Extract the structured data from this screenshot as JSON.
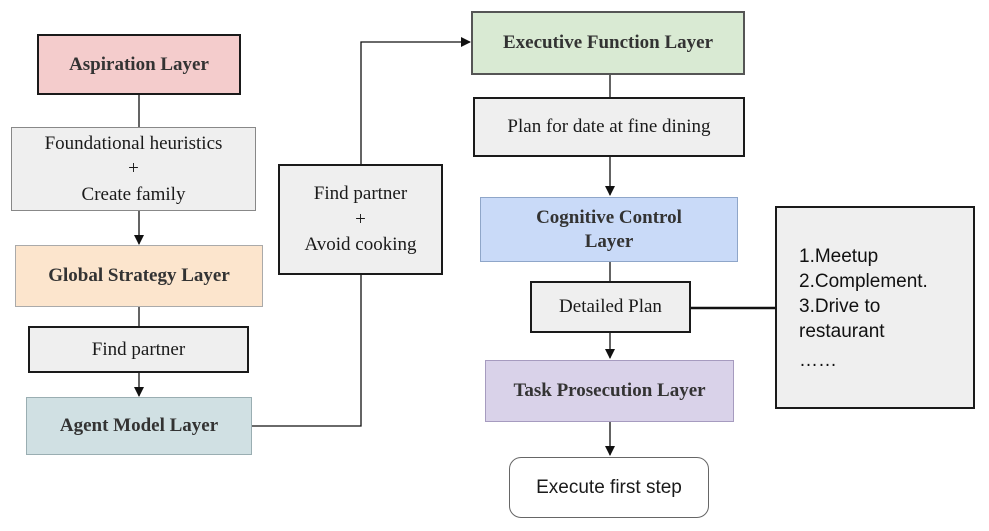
{
  "colors": {
    "aspiration": "#f4cccc",
    "global_strategy": "#fce5cd",
    "agent_model": "#d0e0e3",
    "executive_function": "#d9ead3",
    "cognitive_control": "#c9daf8",
    "task_prosecution": "#d9d2e9",
    "note_fill": "#efefef",
    "line": "#111111"
  },
  "left_column": {
    "aspiration_layer": "Aspiration Layer",
    "heuristics_note": {
      "line1": "Foundational heuristics",
      "line2": "+",
      "line3": "Create family"
    },
    "global_strategy_layer": "Global Strategy Layer",
    "find_partner_note": "Find partner",
    "agent_model_layer": "Agent Model Layer"
  },
  "middle_note": {
    "line1": "Find partner",
    "line2": "+",
    "line3": "Avoid cooking"
  },
  "right_column": {
    "executive_function_layer": "Executive Function Layer",
    "plan_note": "Plan for date at fine dining",
    "cognitive_control_layer": {
      "line1": "Cognitive Control",
      "line2": "Layer"
    },
    "detailed_plan_note": "Detailed Plan",
    "task_prosecution_layer": "Task Prosecution Layer",
    "execute_box": "Execute first step"
  },
  "plan_steps": [
    "1.Meetup",
    "2.Complement.",
    "3.Drive to",
    "restaurant",
    "……"
  ]
}
